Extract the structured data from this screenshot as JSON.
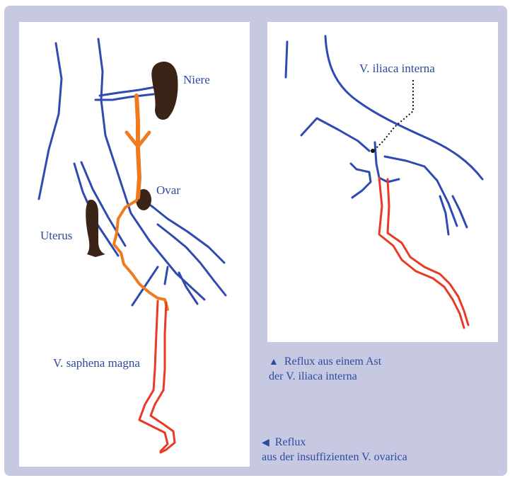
{
  "left_panel": {
    "labels": {
      "niere": "Niere",
      "ovar": "Ovar",
      "uterus": "Uterus",
      "saphena": "V. saphena magna"
    }
  },
  "right_panel": {
    "labels": {
      "iliaca": "V. iliaca interna"
    }
  },
  "captions": {
    "right": {
      "marker": "▲",
      "line1": "Reflux aus einem Ast",
      "line2": "der V. iliaca interna"
    },
    "left": {
      "marker": "◀",
      "line1": "Reflux",
      "line2": "aus der insuffizienten V. ovarica"
    }
  },
  "colors": {
    "frame": "#c7c9e3",
    "vein_blue": "#2f4bb0",
    "reflux_orange": "#f07a1e",
    "reflux_red": "#ea3a26",
    "organ": "#3a2418",
    "text": "#2c4a9c"
  }
}
